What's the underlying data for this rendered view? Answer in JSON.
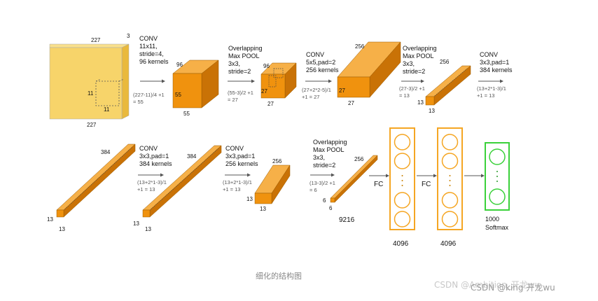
{
  "input": {
    "w": "227",
    "h": "227",
    "c": "3",
    "k1": "11",
    "k2": "11"
  },
  "ops": [
    {
      "l1": "CONV",
      "l2": "11x11,",
      "l3": "stride=4,",
      "l4": "96 kernels",
      "f1": "(227-11)/4 +1",
      "f2": "= 55"
    },
    {
      "l1": "Overlapping",
      "l2": "Max POOL",
      "l3": "3x3,",
      "l4": "stride=2",
      "f1": "(55-3)/2 +1",
      "f2": "= 27"
    },
    {
      "l1": "CONV",
      "l2": "5x5,pad=2",
      "l3": "256 kernels",
      "f1": "(27+2*2-5)/1",
      "f2": "+1  = 27"
    },
    {
      "l1": "Overlapping",
      "l2": "Max POOL",
      "l3": "3x3,",
      "l4": "stride=2",
      "f1": "(27-3)/2 +1",
      "f2": "= 13"
    },
    {
      "l1": "CONV",
      "l2": "3x3,pad=1",
      "l3": "384 kernels",
      "f1": "(13+2*1-3)/1",
      "f2": "+1  = 13"
    },
    {
      "l1": "CONV",
      "l2": "3x3,pad=1",
      "l3": "384 kernels",
      "f1": "(13+2*1-3)/1",
      "f2": "+1 = 13"
    },
    {
      "l1": "CONV",
      "l2": "3x3,pad=1",
      "l3": "256 kernels",
      "f1": "(13+2*1-3)/1",
      "f2": "+1 = 13"
    },
    {
      "l1": "Overlapping",
      "l2": "Max POOL",
      "l3": "3x3,",
      "l4": "stride=2",
      "f1": "(13-3)/2 +1",
      "f2": "= 6"
    }
  ],
  "blocks": [
    {
      "depth": "96",
      "a": "55",
      "b": "55"
    },
    {
      "depth": "96",
      "a": "27",
      "b": "27"
    },
    {
      "depth": "256",
      "a": "27",
      "b": "27"
    },
    {
      "depth": "256",
      "a": "13",
      "b": "13"
    },
    {
      "depth": "384",
      "a": "13",
      "b": "13"
    },
    {
      "depth": "384",
      "a": "13",
      "b": "13"
    },
    {
      "depth": "256",
      "a": "13",
      "b": "13"
    },
    {
      "depth": "256",
      "a": "6",
      "b": "6"
    }
  ],
  "flatten": "9216",
  "fc_label_1": "FC",
  "fc_label_2": "FC",
  "fc1": "4096",
  "fc2": "4096",
  "out_1": "1000",
  "out_2": "Softmax",
  "caption": "细化的结构图",
  "watermark": "CSDN @king 开龙wu",
  "watermark_ghost": "CSDN @Ambition_开龙wu",
  "colors": {
    "input_face": "#f7d46a",
    "block_face": "#f0920e",
    "block_top": "#f6b048",
    "block_side": "#c97206",
    "fc_border": "#f5a623",
    "out_border": "#3ad13a"
  }
}
